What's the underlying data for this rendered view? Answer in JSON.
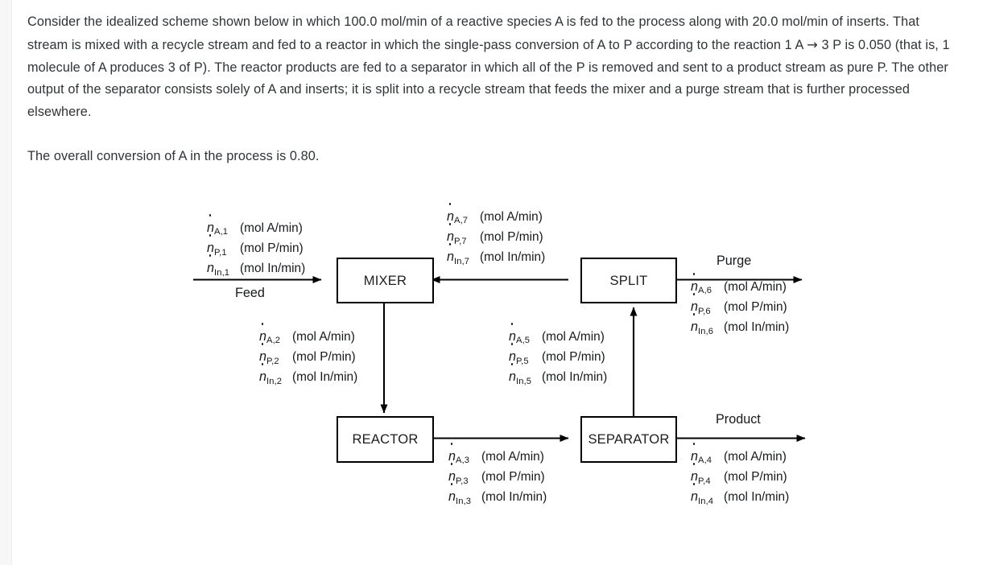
{
  "statement": {
    "paragraph1_part1": "Consider the idealized scheme shown below in which 100.0 mol/min of a reactive species A is fed to the process along with 20.0 mol/min of inserts. That stream is mixed with a recycle stream and fed to a reactor in which the single-pass conversion of A to P according to the reaction 1 A ",
    "reaction_arrow": "→",
    "paragraph1_part2": " 3 P is 0.050 (that is, 1 molecule of A produces 3 of P). The reactor products are fed to a separator in which all of the P is removed and sent to a product stream as pure P. The other output of the separator consists solely of A and inserts; it is split into a recycle stream that feeds the mixer and a purge stream that is further processed elsewhere.",
    "paragraph2": "The overall conversion of A in the process is 0.80."
  },
  "diagram": {
    "units": {
      "mixer": "MIXER",
      "reactor": "REACTOR",
      "separator": "SEPARATOR",
      "split": "SPLIT"
    },
    "flow_names": {
      "feed": "Feed",
      "purge": "Purge",
      "product": "Product"
    },
    "symbol": "n",
    "species": {
      "a": "A",
      "p": "P",
      "in": "In"
    },
    "units_text": {
      "a": "(mol A/min)",
      "p": "(mol P/min)",
      "in": "(mol In/min)"
    },
    "streams": [
      {
        "id": "1",
        "name": "feed-stream-labels",
        "rows": [
          {
            "species": "A",
            "index": "1",
            "subscript": "A,1",
            "units": "(mol A/min)"
          },
          {
            "species": "P",
            "index": "1",
            "subscript": "P,1",
            "units": "(mol P/min)"
          },
          {
            "species": "In",
            "index": "1",
            "subscript": "In,1",
            "units": "(mol In/min)"
          }
        ]
      },
      {
        "id": "2",
        "name": "mixer-outlet-stream-labels",
        "rows": [
          {
            "species": "A",
            "index": "2",
            "subscript": "A,2",
            "units": "(mol A/min)"
          },
          {
            "species": "P",
            "index": "2",
            "subscript": "P,2",
            "units": "(mol P/min)"
          },
          {
            "species": "In",
            "index": "2",
            "subscript": "In,2",
            "units": "(mol In/min)"
          }
        ]
      },
      {
        "id": "3",
        "name": "reactor-outlet-stream-labels",
        "rows": [
          {
            "species": "A",
            "index": "3",
            "subscript": "A,3",
            "units": "(mol A/min)"
          },
          {
            "species": "P",
            "index": "3",
            "subscript": "P,3",
            "units": "(mol P/min)"
          },
          {
            "species": "In",
            "index": "3",
            "subscript": "In,3",
            "units": "(mol In/min)"
          }
        ]
      },
      {
        "id": "4",
        "name": "product-stream-labels",
        "rows": [
          {
            "species": "A",
            "index": "4",
            "subscript": "A,4",
            "units": "(mol A/min)"
          },
          {
            "species": "P",
            "index": "4",
            "subscript": "P,4",
            "units": "(mol P/min)"
          },
          {
            "species": "In",
            "index": "4",
            "subscript": "In,4",
            "units": "(mol In/min)"
          }
        ]
      },
      {
        "id": "5",
        "name": "separator-to-split-stream-labels",
        "rows": [
          {
            "species": "A",
            "index": "5",
            "subscript": "A,5",
            "units": "(mol A/min)"
          },
          {
            "species": "P",
            "index": "5",
            "subscript": "P,5",
            "units": "(mol P/min)"
          },
          {
            "species": "In",
            "index": "5",
            "subscript": "In,5",
            "units": "(mol In/min)"
          }
        ]
      },
      {
        "id": "6",
        "name": "purge-stream-labels",
        "rows": [
          {
            "species": "A",
            "index": "6",
            "subscript": "A,6",
            "units": "(mol A/min)"
          },
          {
            "species": "P",
            "index": "6",
            "subscript": "P,6",
            "units": "(mol P/min)"
          },
          {
            "species": "In",
            "index": "6",
            "subscript": "In,6",
            "units": "(mol In/min)"
          }
        ]
      },
      {
        "id": "7",
        "name": "recycle-stream-labels",
        "rows": [
          {
            "species": "A",
            "index": "7",
            "subscript": "A,7",
            "units": "(mol A/min)"
          },
          {
            "species": "P",
            "index": "7",
            "subscript": "P,7",
            "units": "(mol P/min)"
          },
          {
            "species": "In",
            "index": "7",
            "subscript": "In,7",
            "units": "(mol In/min)"
          }
        ]
      }
    ],
    "colors": {
      "line": "#000000",
      "text": "#17191b",
      "body_text": "#2f3436",
      "page_background": "#ffffff",
      "gutter": "#f7f7f8"
    }
  }
}
